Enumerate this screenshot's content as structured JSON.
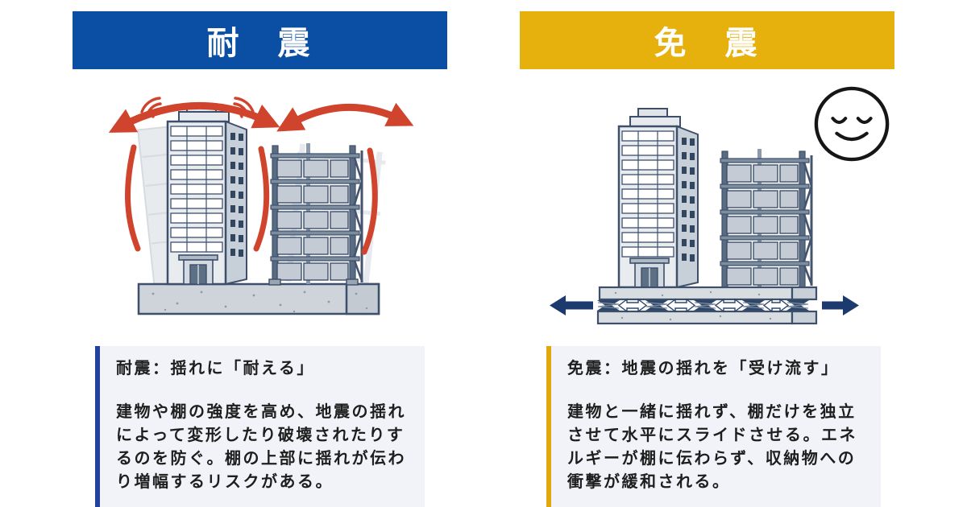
{
  "colors": {
    "taishin_blue": "#0a4fa4",
    "menshin_yellow": "#e7b10d",
    "note_bg": "#f1f3f8",
    "note_border_blue": "#23409f",
    "note_border_gold": "#e2a70d",
    "red_arrow": "#d0432c",
    "navy_arrow": "#1d3a6e",
    "ink": "#3d4f6b"
  },
  "left_panel": {
    "header_label": "耐　震",
    "note": {
      "title": "耐震：揺れに「耐える」",
      "body": "建物や棚の強度を高め、地震の揺れによって変形したり破壊されたりするのを防ぐ。棚の上部に揺れが伝わり増幅するリスクがある。"
    }
  },
  "right_panel": {
    "header_label": "免　震",
    "note": {
      "title": "免震：地震の揺れを「受け流す」",
      "body": "建物と一緒に揺れず、棚だけを独立させて水平にスライドさせる。エネルギーが棚に伝わらず、収納物への衝撃が緩和される。"
    }
  },
  "icons": {
    "shake_arrows": "red-double-curved-arrows",
    "slide_arrows": "navy-horizontal-arrows",
    "relieved_face": "closed-eyes-smiley"
  }
}
